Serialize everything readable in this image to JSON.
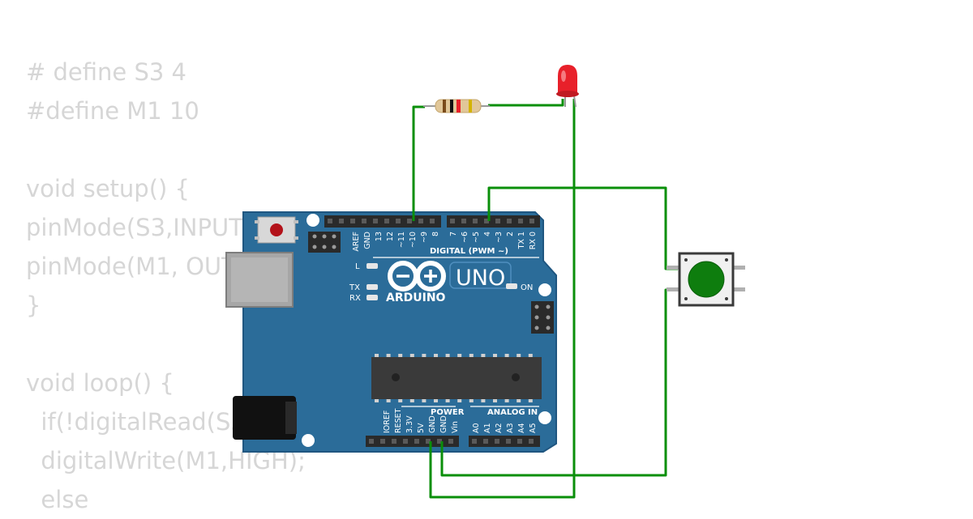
{
  "code": {
    "lines": [
      "# define S3 4",
      "#define M1 10",
      "",
      "void setup() {",
      "pinMode(S3,INPUT);",
      "pinMode(M1, OUTPUT);",
      "}",
      "",
      "void loop() {",
      "  if(!digitalRead(S3))",
      "  digitalWrite(M1,HIGH);",
      "  else"
    ]
  },
  "board": {
    "brand": "ARDUINO",
    "model": "UNO",
    "digital_header_label": "DIGITAL (PWM ~)",
    "power_header_label": "POWER",
    "analog_header_label": "ANALOG IN",
    "on_label": "ON",
    "l_label": "L",
    "tx_label": "TX",
    "rx_label": "RX",
    "digital_pins_left": [
      "AREF",
      "GND",
      "13",
      "12",
      "~11",
      "~10",
      "~9",
      "8"
    ],
    "digital_pins_right": [
      "7",
      "~6",
      "~5",
      "4",
      "~3",
      "2",
      "TX 1",
      "RX 0"
    ],
    "power_pins": [
      "IOREF",
      "RESET",
      "3.3V",
      "5V",
      "GND",
      "GND",
      "Vin"
    ],
    "analog_pins": [
      "A0",
      "A1",
      "A2",
      "A3",
      "A4",
      "A5"
    ]
  },
  "colors": {
    "board": "#2b6c99",
    "board_edge": "#1f5680",
    "wire": "#0a8f0a",
    "led": "#e8202a",
    "button_cap": "#0e7d0e",
    "code_text": "#d6d6d6"
  },
  "components": [
    "resistor-icon",
    "led-icon",
    "push-button-icon",
    "usb-port-icon",
    "power-jack-icon",
    "atmega-chip-icon"
  ]
}
